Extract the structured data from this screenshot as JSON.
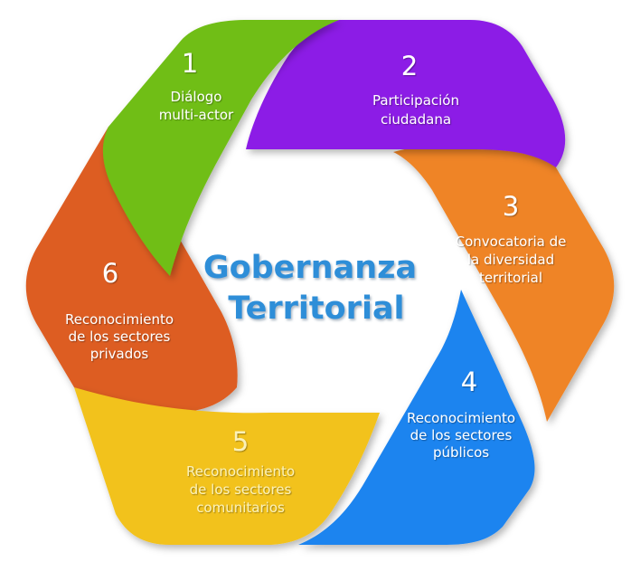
{
  "center": {
    "line1": "Gobernanza",
    "line2": "Territorial",
    "color": "#2f8ed8"
  },
  "segments": [
    {
      "number": "1",
      "lines": [
        "Diálogo",
        "multi-actor"
      ],
      "color": "#6fbe14",
      "text_color": "#ffffff"
    },
    {
      "number": "2",
      "lines": [
        "Participación",
        "ciudadana"
      ],
      "color": "#8c1ee6",
      "text_color": "#ffffff"
    },
    {
      "number": "3",
      "lines": [
        "Convocatoria de",
        "la diversidad",
        "territorial"
      ],
      "color": "#ef8426",
      "text_color": "#ffffff"
    },
    {
      "number": "4",
      "lines": [
        "Reconocimiento",
        "de los sectores",
        "públicos"
      ],
      "color": "#1f84ef",
      "text_color": "#ffffff"
    },
    {
      "number": "5",
      "lines": [
        "Reconocimiento",
        "de los sectores",
        "comunitarios"
      ],
      "color": "#f2c21d",
      "text_color": "#fbf1b8"
    },
    {
      "number": "6",
      "lines": [
        "Reconocimiento",
        "de los sectores",
        "privados"
      ],
      "color": "#dd5d23",
      "text_color": "#ffffff"
    }
  ]
}
